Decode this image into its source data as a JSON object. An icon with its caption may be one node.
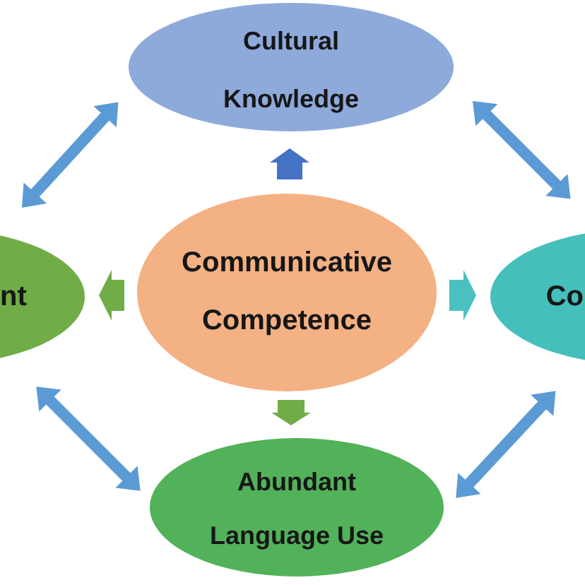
{
  "diagram": {
    "nodes": [
      {
        "text": [
          "Cultural Knowledge"
        ]
      },
      {
        "text": [
          "nt"
        ]
      },
      {
        "text": [
          "Communicative Competence"
        ]
      },
      {
        "text": [
          "Co"
        ]
      },
      {
        "text": [
          "Abundant Language Use"
        ]
      }
    ],
    "edges": [
      {
        "from": 2,
        "to": 0,
        "arrow": "to",
        "style": "thick",
        "color": "#4472c4"
      },
      {
        "from": 0,
        "to": 1,
        "arrow": "both"
      },
      {
        "from": 0,
        "to": 3,
        "arrow": "both"
      },
      {
        "from": 2,
        "to": 1,
        "arrow": "to",
        "style": "thick",
        "color": "#70ad47"
      },
      {
        "from": 2,
        "to": 3,
        "arrow": "to",
        "style": "thick",
        "color": "#4bc0c0"
      },
      {
        "from": 2,
        "to": 4,
        "arrow": "to",
        "style": "thick",
        "color": "#70ad47"
      },
      {
        "from": 1,
        "to": 4,
        "arrow": "both"
      },
      {
        "from": 3,
        "to": 4,
        "arrow": "both"
      }
    ]
  }
}
